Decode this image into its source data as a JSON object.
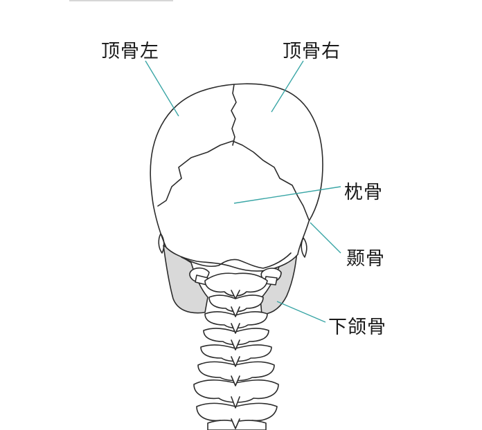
{
  "labels": {
    "parietal_left": "顶骨左",
    "parietal_right": "顶骨右",
    "occipital": "枕骨",
    "temporal": "颞骨",
    "mandible": "下颌骨"
  },
  "colors": {
    "outline": "#2b2b2b",
    "leader_line": "#3aa6a6",
    "mandible_fill": "#d9d9d9",
    "background": "#ffffff"
  }
}
